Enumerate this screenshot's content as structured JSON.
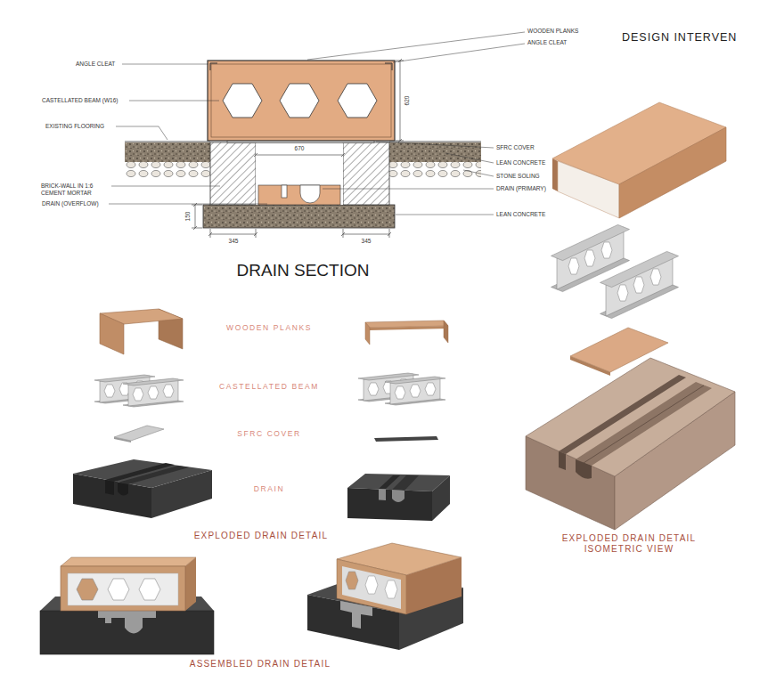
{
  "diagram": {
    "title": "DESIGN INTERVEN",
    "labels": [
      "WOODEN PLANKS",
      "ANGLE CLEAT",
      "ANGLE CLEAT",
      "CASTELLATED BEAM (W16)",
      "620",
      "EXISTING FLOORING",
      "SFRC COVER",
      "670",
      "LEAN CONCRETE",
      "STONE SOLING",
      "BRICK-WALL IN 1:6 CEMENT MORTAR",
      "DRAIN (PRIMARY)",
      "DRAIN (OVERFLOW)",
      "150",
      "LEAN CONCRETE",
      "345",
      "345",
      "DRAIN SECTION",
      "WOODEN PLANKS",
      "CASTELLATED BEAM",
      "SFRC COVER",
      "DRAIN",
      "EXPLODED DRAIN DETAIL",
      "EXPLODED DRAIN DETAIL ISOMETRIC VIEW",
      "ASSEMBLED DRAIN DETAIL"
    ]
  }
}
